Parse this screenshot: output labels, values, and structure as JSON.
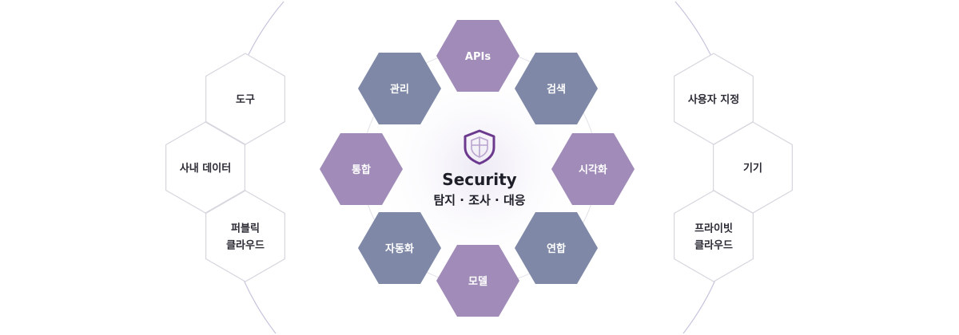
{
  "center": {
    "title": "Security",
    "subtitle": "탐지 · 조사 · 대응",
    "icon": "shield-icon"
  },
  "inner_ring": [
    {
      "label": "APIs",
      "shade": "purple"
    },
    {
      "label": "검색",
      "shade": "slate"
    },
    {
      "label": "시각화",
      "shade": "purple"
    },
    {
      "label": "연합",
      "shade": "slate"
    },
    {
      "label": "모델",
      "shade": "purple"
    },
    {
      "label": "자동화",
      "shade": "slate"
    },
    {
      "label": "통합",
      "shade": "purple"
    },
    {
      "label": "관리",
      "shade": "slate"
    }
  ],
  "left_sources": [
    {
      "lines": [
        "도구"
      ]
    },
    {
      "lines": [
        "사내 데이터"
      ]
    },
    {
      "lines": [
        "퍼블릭",
        "클라우드"
      ]
    }
  ],
  "right_sources": [
    {
      "lines": [
        "사용자 지정"
      ]
    },
    {
      "lines": [
        "기기"
      ]
    },
    {
      "lines": [
        "프라이빗",
        "클라우드"
      ]
    }
  ],
  "colors": {
    "purple": "#a18bb8",
    "slate": "#7f89a7",
    "shield": "#6b3a8f",
    "outline": "#d6d6de",
    "arc": "#c7c3dc"
  }
}
